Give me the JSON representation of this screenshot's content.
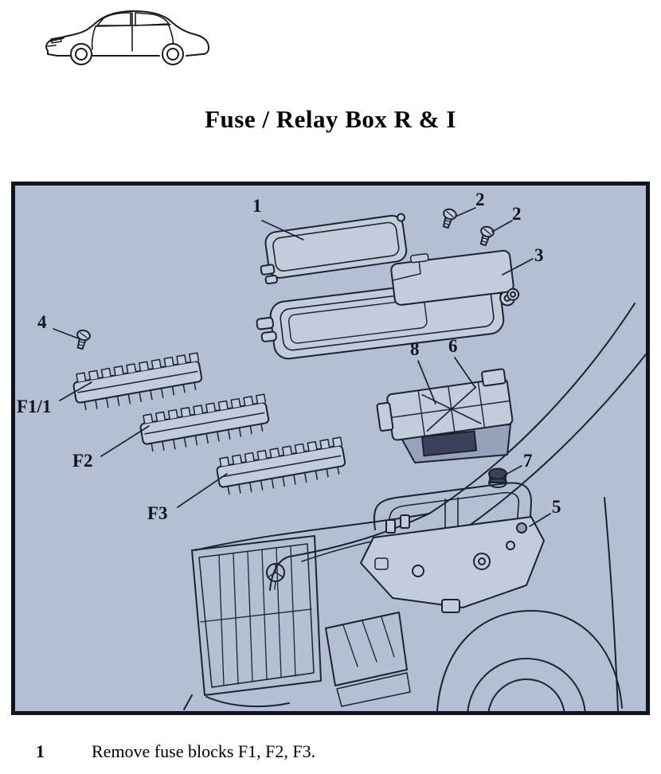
{
  "page": {
    "title": "Fuse / Relay Box R & I"
  },
  "diagram": {
    "bg_color": "#b4bfd3",
    "line_color": "#1c2330",
    "callouts": [
      {
        "id": "1",
        "label": "1"
      },
      {
        "id": "2a",
        "label": "2"
      },
      {
        "id": "2b",
        "label": "2"
      },
      {
        "id": "3",
        "label": "3"
      },
      {
        "id": "4",
        "label": "4"
      },
      {
        "id": "f1-1",
        "label": "F1/1"
      },
      {
        "id": "f2",
        "label": "F2"
      },
      {
        "id": "f3",
        "label": "F3"
      },
      {
        "id": "8",
        "label": "8"
      },
      {
        "id": "6",
        "label": "6"
      },
      {
        "id": "7",
        "label": "7"
      },
      {
        "id": "5",
        "label": "5"
      }
    ]
  },
  "instructions": [
    {
      "step": "1",
      "text": "Remove fuse blocks F1, F2, F3."
    }
  ]
}
